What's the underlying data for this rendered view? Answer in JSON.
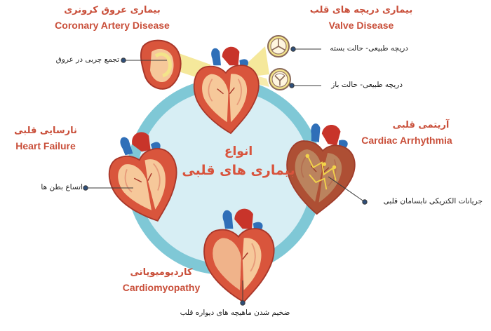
{
  "center": {
    "line1": "انواع",
    "line2": "بیماری های قلبی"
  },
  "sections": {
    "coronary": {
      "fa": "بیماری عروق کرونری",
      "en": "Coronary Artery Disease",
      "callout": "تجمع چربی در عروق"
    },
    "valve": {
      "fa": "بیماری دریچه های قلب",
      "en": "Valve Disease",
      "callout_closed": "دریچه طبیعی- حالت بسته",
      "callout_open": "دریچه طبیعی- حالت باز"
    },
    "heart_failure": {
      "fa": "نارسایی قلبی",
      "en": "Heart Failure",
      "callout": "اتساع بطن ها"
    },
    "arrhythmia": {
      "fa": "آریتمی قلبی",
      "en": "Cardiac Arrhythmia",
      "callout": "جریانات الکتریکی نابسامان قلبی"
    },
    "cardiomyopathy": {
      "fa": "کاردیومیوپاتی",
      "en": "Cardiomyopathy",
      "callout": "ضخیم شدن ماهیچه های دیواره قلب"
    }
  },
  "colors": {
    "ring": "#7fc8d6",
    "ring_inner": "#d7eef4",
    "title": "#c94f3a",
    "heart_red": "#d9553c",
    "heart_dark": "#a8372a",
    "heart_inner": "#f6c89a",
    "aorta": "#c8342a",
    "vein": "#2f6fb8",
    "highlight": "#f3e48a",
    "arrhythmia_wall": "#8a4a2e",
    "spark": "#f2d34a"
  },
  "icons": [
    "heart-icon",
    "artery-icon",
    "valve-closed-icon",
    "valve-open-icon",
    "callout-dot-icon"
  ]
}
